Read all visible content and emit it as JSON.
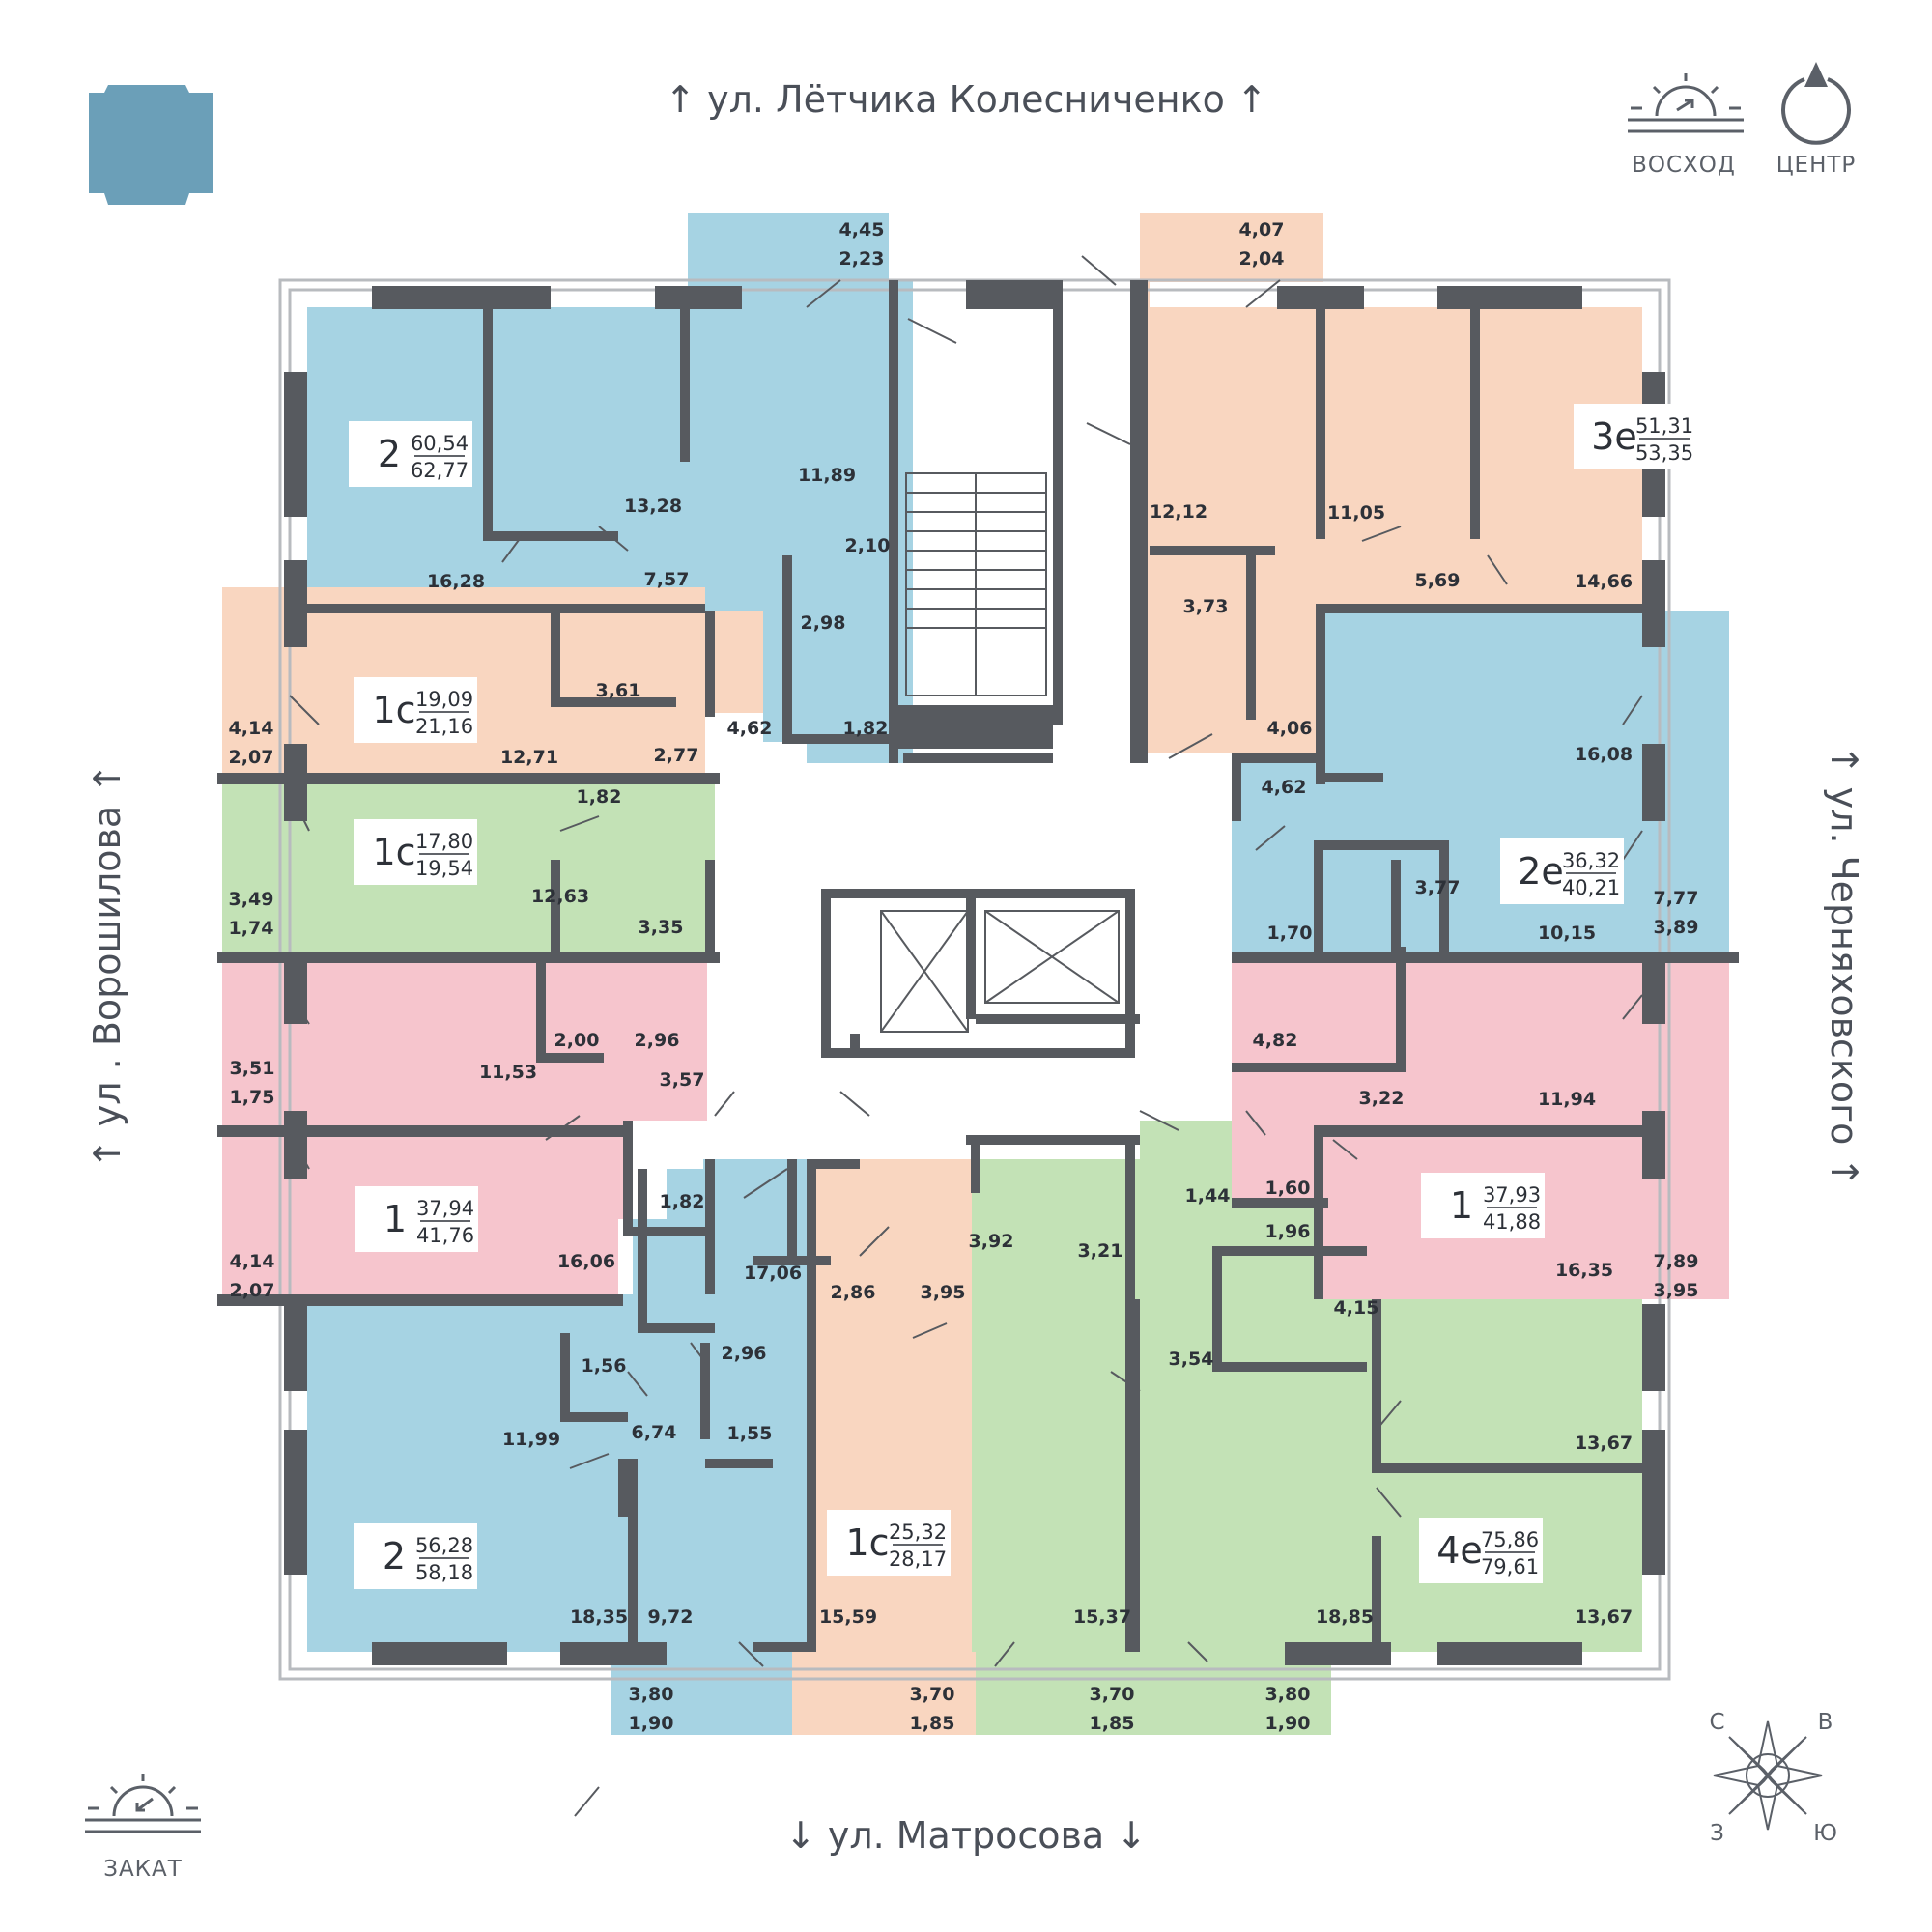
{
  "streets": {
    "north": "↑  ул. Лётчика Колесниченко ↑",
    "south": "↓  ул. Матросова ↓",
    "west": "↑ ул .  Ворошилова ↑",
    "east": "↑ ул. Черняховского ↑"
  },
  "compass": {
    "sunrise": "ВОСХОД",
    "center": "ЦЕНТР",
    "sunset": "ЗАКАТ",
    "dirs": {
      "n": "С",
      "e": "В",
      "s": "Ю",
      "w": "З"
    }
  },
  "colors": {
    "blue": "#a6d3e3",
    "peach": "#f9d6c0",
    "green": "#c3e2b6",
    "pink": "#f6c5cd",
    "wall": "#575a5f",
    "logo": "#6b9fb8"
  },
  "units": [
    {
      "code": "2",
      "living": "60,54",
      "total": "62,77",
      "color": "blue"
    },
    {
      "code": "3е",
      "living": "51,31",
      "total": "53,35",
      "color": "peach"
    },
    {
      "code": "1с",
      "living": "19,09",
      "total": "21,16",
      "color": "peach"
    },
    {
      "code": "1с",
      "living": "17,80",
      "total": "19,54",
      "color": "green"
    },
    {
      "code": "2е",
      "living": "36,32",
      "total": "40,21",
      "color": "blue"
    },
    {
      "code": "1",
      "living": "37,94",
      "total": "41,76",
      "color": "pink"
    },
    {
      "code": "1",
      "living": "37,93",
      "total": "41,88",
      "color": "pink"
    },
    {
      "code": "2",
      "living": "56,28",
      "total": "58,18",
      "color": "blue"
    },
    {
      "code": "1с",
      "living": "25,32",
      "total": "28,17",
      "color": "peach"
    },
    {
      "code": "4е",
      "living": "75,86",
      "total": "79,61",
      "color": "green"
    }
  ],
  "areas": [
    "4,45",
    "2,23",
    "4,07",
    "2,04",
    "11,89",
    "2,10",
    "2,98",
    "13,28",
    "16,28",
    "7,57",
    "4,62",
    "1,82",
    "12,12",
    "11,05",
    "3,73",
    "5,69",
    "14,66",
    "4,06",
    "4,14",
    "2,07",
    "3,61",
    "12,71",
    "2,77",
    "1,82",
    "12,63",
    "3,35",
    "3,49",
    "1,74",
    "4,62",
    "16,08",
    "3,77",
    "1,70",
    "10,15",
    "7,77",
    "3,89",
    "2,00",
    "2,96",
    "3,51",
    "1,75",
    "11,53",
    "3,57",
    "4,82",
    "3,22",
    "11,94",
    "4,14",
    "2,07",
    "16,06",
    "1,82",
    "1,60",
    "1,44",
    "1,96",
    "16,35",
    "7,89",
    "3,95",
    "17,06",
    "2,86",
    "3,95",
    "3,92",
    "3,21",
    "1,56",
    "2,96",
    "1,55",
    "11,99",
    "6,74",
    "3,54",
    "4,15",
    "13,67",
    "13,67",
    "18,35",
    "9,72",
    "15,59",
    "15,37",
    "18,85",
    "3,80",
    "1,90",
    "3,70",
    "1,85",
    "3,70",
    "1,85",
    "3,80",
    "1,90"
  ]
}
